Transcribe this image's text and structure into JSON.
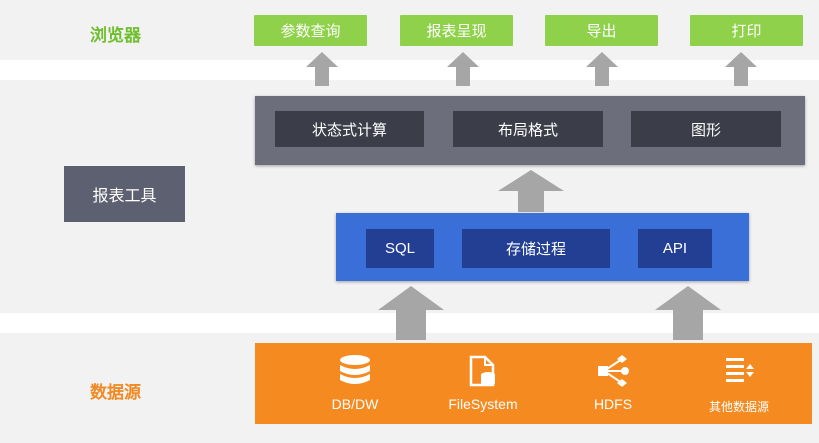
{
  "lanes": {
    "browser": "浏览器",
    "report_tool": "报表工具",
    "data_source": "数据源"
  },
  "browser_outputs": [
    "参数查询",
    "报表呈现",
    "导出",
    "打印"
  ],
  "engine": [
    "状态式计算",
    "布局格式",
    "图形"
  ],
  "data_access": [
    "SQL",
    "存储过程",
    "API"
  ],
  "sources": [
    "DB/DW",
    "FileSystem",
    "HDFS",
    "其他数据源"
  ],
  "colors": {
    "green": "#8fd14a",
    "engine": "#6c6e7b",
    "blue": "#3b6fd8",
    "orange": "#f58a21"
  }
}
